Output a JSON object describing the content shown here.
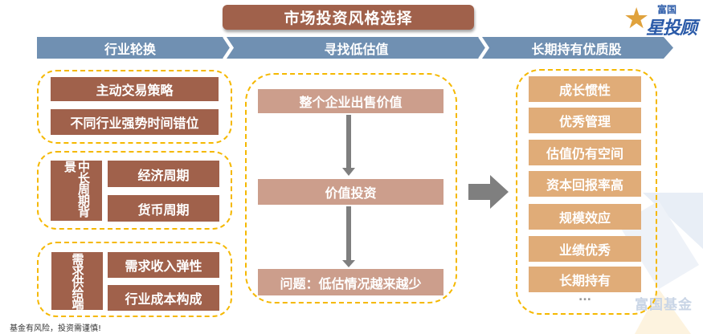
{
  "title": "市场投资风格选择",
  "logo": {
    "brand_top": "富国",
    "brand_main": "星投顾",
    "icon": "star-icon"
  },
  "stages": [
    {
      "label": "行业轮换"
    },
    {
      "label": "寻找低估值"
    },
    {
      "label": "长期持有优质股"
    }
  ],
  "left": {
    "group1": [
      "主动交易策略",
      "不同行业强势时间错位"
    ],
    "group2": {
      "side_label": "中长周期背景",
      "items": [
        "经济周期",
        "货币周期"
      ]
    },
    "group3": {
      "side_label": "需求供给端",
      "items": [
        "需求收入弹性",
        "行业成本构成"
      ]
    }
  },
  "middle": {
    "steps": [
      "整个企业出售价值",
      "价值投资",
      "问题：低估情况越来越少"
    ]
  },
  "right": {
    "items": [
      "成长惯性",
      "优秀管理",
      "估值仍有空间",
      "资本回报率高",
      "规模效应",
      "业绩优秀",
      "长期持有"
    ],
    "more": "..."
  },
  "watermark": "富国基金",
  "footer": "基金有风险，投资需谨慎!",
  "colors": {
    "title_bg": "#a0614b",
    "chevron": "#7090b2",
    "dash": "#f5b800",
    "left_box": "#a0614b",
    "middle_box": "#cc9e8c",
    "right_box": "#e0ac78",
    "arrow": "#7f7f7f"
  }
}
